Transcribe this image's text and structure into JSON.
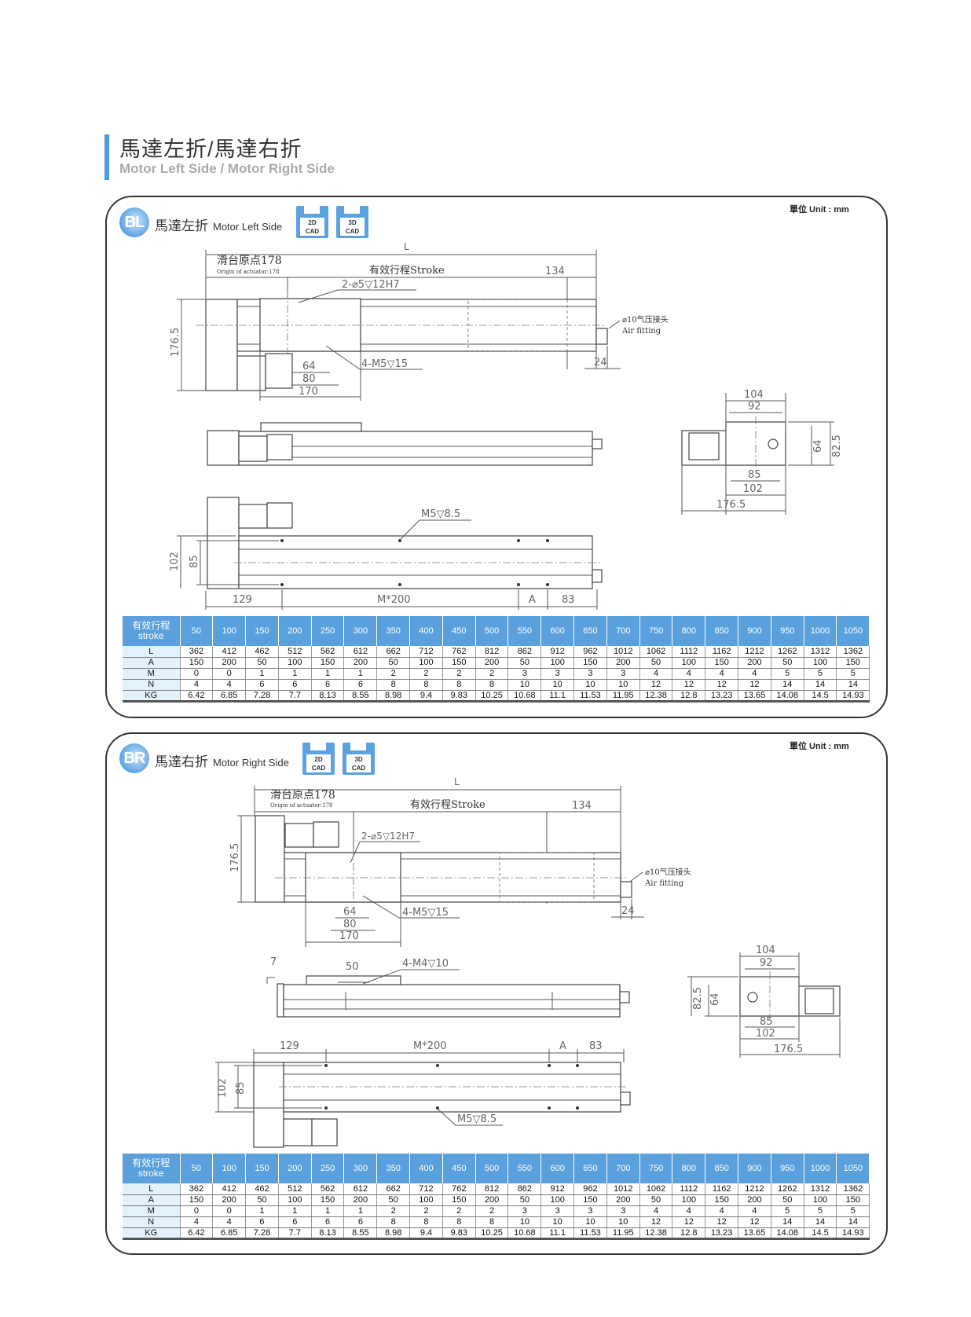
{
  "header": {
    "title_cn": "馬達左折/馬達右折",
    "title_en": "Motor Left Side / Motor Right Side"
  },
  "panels": [
    {
      "badge": "BL",
      "title_cn": "馬達左折",
      "title_en": "Motor Left Side",
      "cad": [
        {
          "line1": "2D",
          "line2": "CAD"
        },
        {
          "line1": "3D",
          "line2": "CAD"
        }
      ],
      "unit": "單位 Unit : mm",
      "drawing": {
        "L": "L",
        "origin_cn": "滑台原点178",
        "origin_en": "Origin of actuator:178",
        "stroke": "有效行程Stroke",
        "d134": "134",
        "pin": "2-⌀5▽12H7",
        "tap": "4-M5▽15",
        "d64": "64",
        "d80": "80",
        "d170": "170",
        "d1765": "176.5",
        "air_cn": "⌀10气压接头",
        "air_en": "Air fitting",
        "d24": "24",
        "m5": "M5▽8.5",
        "d102": "102",
        "d85": "85",
        "d129": "129",
        "m200": "M*200",
        "A": "A",
        "d83": "83",
        "e104": "104",
        "e92": "92",
        "e64": "64",
        "e825": "82.5",
        "e85": "85",
        "e102": "102",
        "e1765": "176.5"
      }
    },
    {
      "badge": "BR",
      "title_cn": "馬達右折",
      "title_en": "Motor Right Side",
      "cad": [
        {
          "line1": "2D",
          "line2": "CAD"
        },
        {
          "line1": "3D",
          "line2": "CAD"
        }
      ],
      "unit": "單位 Unit : mm",
      "drawing": {
        "L": "L",
        "origin_cn": "滑台原点178",
        "origin_en": "Origin of actuator:178",
        "stroke": "有效行程Stroke",
        "d134": "134",
        "pin": "2-⌀5▽12H7",
        "tap": "4-M5▽15",
        "d64": "64",
        "d80": "80",
        "d170": "170",
        "d1765": "176.5",
        "air_cn": "⌀10气压接头",
        "air_en": "Air fitting",
        "d24": "24",
        "d7": "7",
        "d50": "50",
        "m4": "4-M4▽10",
        "m5": "M5▽8.5",
        "d102": "102",
        "d85": "85",
        "d129": "129",
        "m200": "M*200",
        "A": "A",
        "d83": "83",
        "e104": "104",
        "e92": "92",
        "e64": "64",
        "e825": "82.5",
        "e85": "85",
        "e102": "102",
        "e1765": "176.5"
      }
    }
  ],
  "table": {
    "header_cn": "有效行程",
    "header_en": "stroke",
    "strokes": [
      "50",
      "100",
      "150",
      "200",
      "250",
      "300",
      "350",
      "400",
      "450",
      "500",
      "550",
      "600",
      "650",
      "700",
      "750",
      "800",
      "850",
      "900",
      "950",
      "1000",
      "1050"
    ],
    "rows": [
      {
        "label": "L",
        "values": [
          "362",
          "412",
          "462",
          "512",
          "562",
          "612",
          "662",
          "712",
          "762",
          "812",
          "862",
          "912",
          "962",
          "1012",
          "1062",
          "1112",
          "1162",
          "1212",
          "1262",
          "1312",
          "1362"
        ]
      },
      {
        "label": "A",
        "values": [
          "150",
          "200",
          "50",
          "100",
          "150",
          "200",
          "50",
          "100",
          "150",
          "200",
          "50",
          "100",
          "150",
          "200",
          "50",
          "100",
          "150",
          "200",
          "50",
          "100",
          "150"
        ]
      },
      {
        "label": "M",
        "values": [
          "0",
          "0",
          "1",
          "1",
          "1",
          "1",
          "2",
          "2",
          "2",
          "2",
          "3",
          "3",
          "3",
          "3",
          "4",
          "4",
          "4",
          "4",
          "5",
          "5",
          "5"
        ]
      },
      {
        "label": "N",
        "values": [
          "4",
          "4",
          "6",
          "6",
          "6",
          "6",
          "8",
          "8",
          "8",
          "8",
          "10",
          "10",
          "10",
          "10",
          "12",
          "12",
          "12",
          "12",
          "14",
          "14",
          "14"
        ]
      },
      {
        "label": "KG",
        "values": [
          "6.42",
          "6.85",
          "7.28",
          "7.7",
          "8.13",
          "8.55",
          "8.98",
          "9.4",
          "9.83",
          "10.25",
          "10.68",
          "11.1",
          "11.53",
          "11.95",
          "12.38",
          "12.8",
          "13.23",
          "13.65",
          "14.08",
          "14.5",
          "14.93"
        ]
      }
    ]
  }
}
